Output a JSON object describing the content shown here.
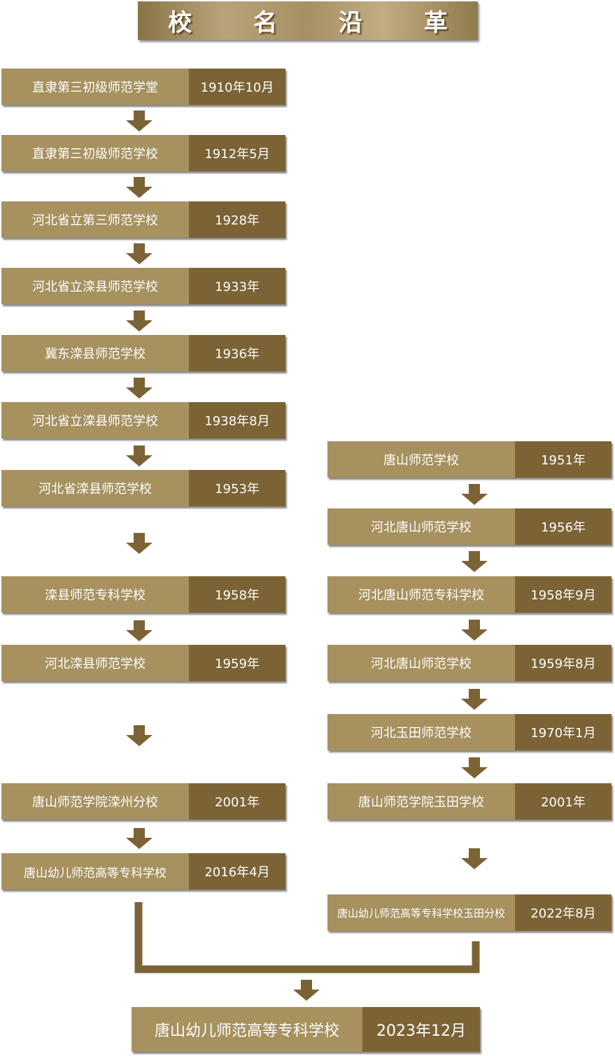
{
  "title": "校 名 沿 革",
  "left": [
    {
      "name": "直隶第三初级师范学堂",
      "date": "1910年10月"
    },
    {
      "name": "直隶第三初级师范学校",
      "date": "1912年5月"
    },
    {
      "name": "河北省立第三师范学校",
      "date": "1928年"
    },
    {
      "name": "河北省立滦县师范学校",
      "date": "1933年"
    },
    {
      "name": "冀东滦县师范学校",
      "date": "1936年"
    },
    {
      "name": "河北省立滦县师范学校",
      "date": "1938年8月"
    },
    {
      "name": "河北省滦县师范学校",
      "date": "1953年"
    },
    {
      "name": "滦县师范专科学校",
      "date": "1958年"
    },
    {
      "name": "河北滦县师范学校",
      "date": "1959年"
    },
    {
      "name": "唐山师范学院滦州分校",
      "date": "2001年"
    },
    {
      "name": "唐山幼儿师范高等专科学校",
      "date": "2016年4月"
    }
  ],
  "right": [
    {
      "name": "唐山师范学校",
      "date": "1951年"
    },
    {
      "name": "河北唐山师范学校",
      "date": "1956年"
    },
    {
      "name": "河北唐山师范专科学校",
      "date": "1958年9月"
    },
    {
      "name": "河北唐山师范学校",
      "date": "1959年8月"
    },
    {
      "name": "河北玉田师范学校",
      "date": "1970年1月"
    },
    {
      "name": "唐山师范学院玉田学校",
      "date": "2001年"
    },
    {
      "name": "唐山幼儿师范高等专科学校玉田分校",
      "date": "2022年8月"
    }
  ],
  "final": {
    "name": "唐山幼儿师范高等专科学校",
    "date": "2023年12月"
  },
  "colors": {
    "name_bg": "#a6915f",
    "date_bg": "#7b6335",
    "arrow": "#7b6335"
  }
}
